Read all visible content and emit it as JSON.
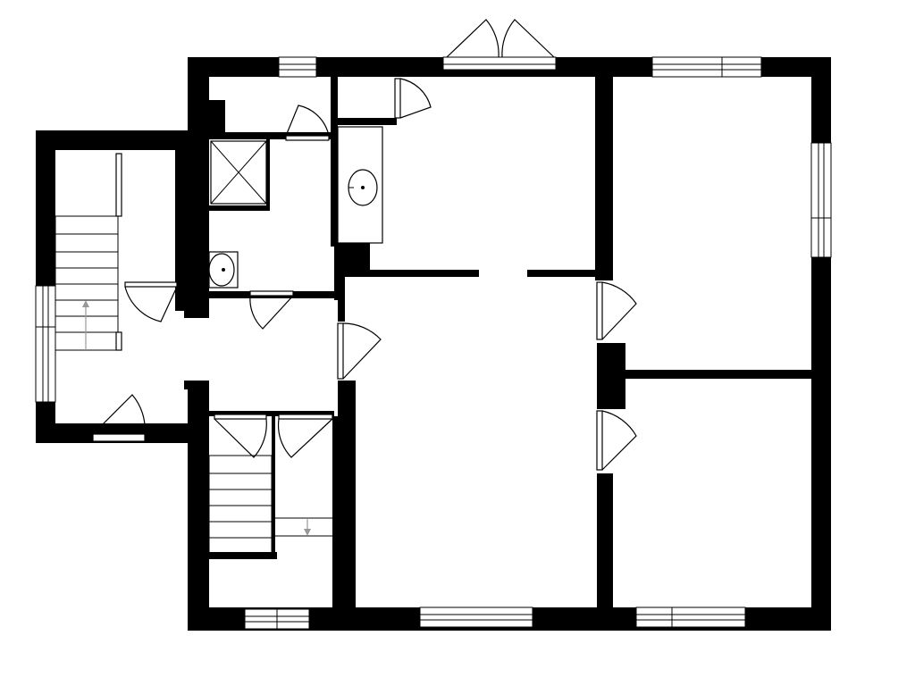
{
  "floorplan": {
    "labels_printed": false,
    "rooms": [
      {
        "name": "stair-hall"
      },
      {
        "name": "storage"
      },
      {
        "name": "shower-room"
      },
      {
        "name": "wc"
      },
      {
        "name": "closet"
      },
      {
        "name": "hallway"
      },
      {
        "name": "cellar-stair"
      },
      {
        "name": "cupboard"
      },
      {
        "name": "dressing-room"
      },
      {
        "name": "main-room-north"
      },
      {
        "name": "main-room-south"
      },
      {
        "name": "bedroom-north"
      },
      {
        "name": "bedroom-south"
      }
    ],
    "stair_arrows": [
      "up",
      "down"
    ],
    "colors": {
      "wall": "#000000",
      "background": "#ffffff",
      "arrow": "#999999"
    }
  }
}
